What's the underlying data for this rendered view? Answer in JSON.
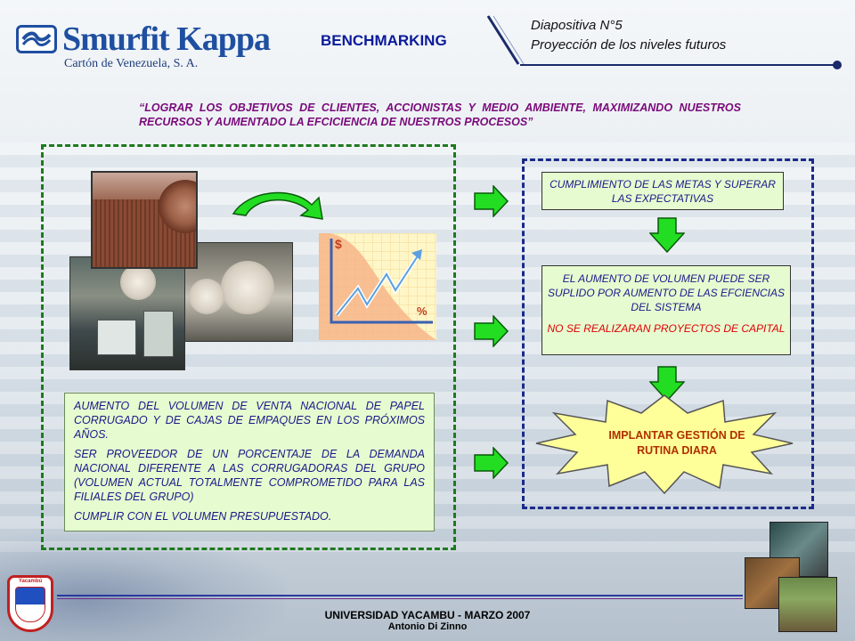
{
  "header": {
    "logo_name": "Smurfit Kappa",
    "logo_subtitle": "Cartón de Venezuela, S. A.",
    "title": "BENCHMARKING",
    "slide_number": "Diapositiva N°5",
    "slide_subtitle": "Proyección de los niveles futuros"
  },
  "quote": "“LOGRAR LOS OBJETIVOS DE CLIENTES, ACCIONISTAS Y MEDIO AMBIENTE, MAXIMIZANDO NUESTROS RECURSOS Y AUMENTADO LA EFCICIENCIA DE NUESTROS PROCESOS”",
  "left_box": {
    "chart_symbols": {
      "currency": "$",
      "percent": "%"
    },
    "paragraphs": [
      "AUMENTO DEL VOLUMEN DE VENTA NACIONAL DE PAPEL CORRUGADO Y DE CAJAS DE EMPAQUES EN LOS PRÓXIMOS AÑOS.",
      "SER PROVEEDOR DE UN PORCENTAJE DE LA DEMANDA NACIONAL DIFERENTE A LAS CORRUGADORAS DEL GRUPO (VOLUMEN ACTUAL TOTALMENTE COMPROMETIDO PARA LAS FILIALES DEL GRUPO)",
      "CUMPLIR CON EL VOLUMEN PRESUPUESTADO."
    ]
  },
  "right_box": {
    "goal": "CUMPLIMIENTO DE LAS METAS Y SUPERAR LAS EXPECTATIVAS",
    "volume_note": "EL AUMENTO DE VOLUMEN PUEDE SER SUPLIDO POR AUMENTO DE LAS EFCIENCIAS DEL SISTEMA",
    "capital_note": "NO SE REALIZARAN PROYECTOS DE CAPITAL",
    "action": "IMPLANTAR GESTIÓN DE RUTINA DIARA"
  },
  "footer": {
    "line1": "UNIVERSIDAD YACAMBU - MARZO 2007",
    "line2": "Antonio Di Zinno",
    "seal_text": "Yacambú"
  },
  "colors": {
    "title_blue": "#0a1a9a",
    "quote_purple": "#7a0a7a",
    "text_blue": "#1a1a8a",
    "accent_red": "#e00000",
    "arrow_green": "#22dd22",
    "burst_yellow": "#ffff99"
  }
}
